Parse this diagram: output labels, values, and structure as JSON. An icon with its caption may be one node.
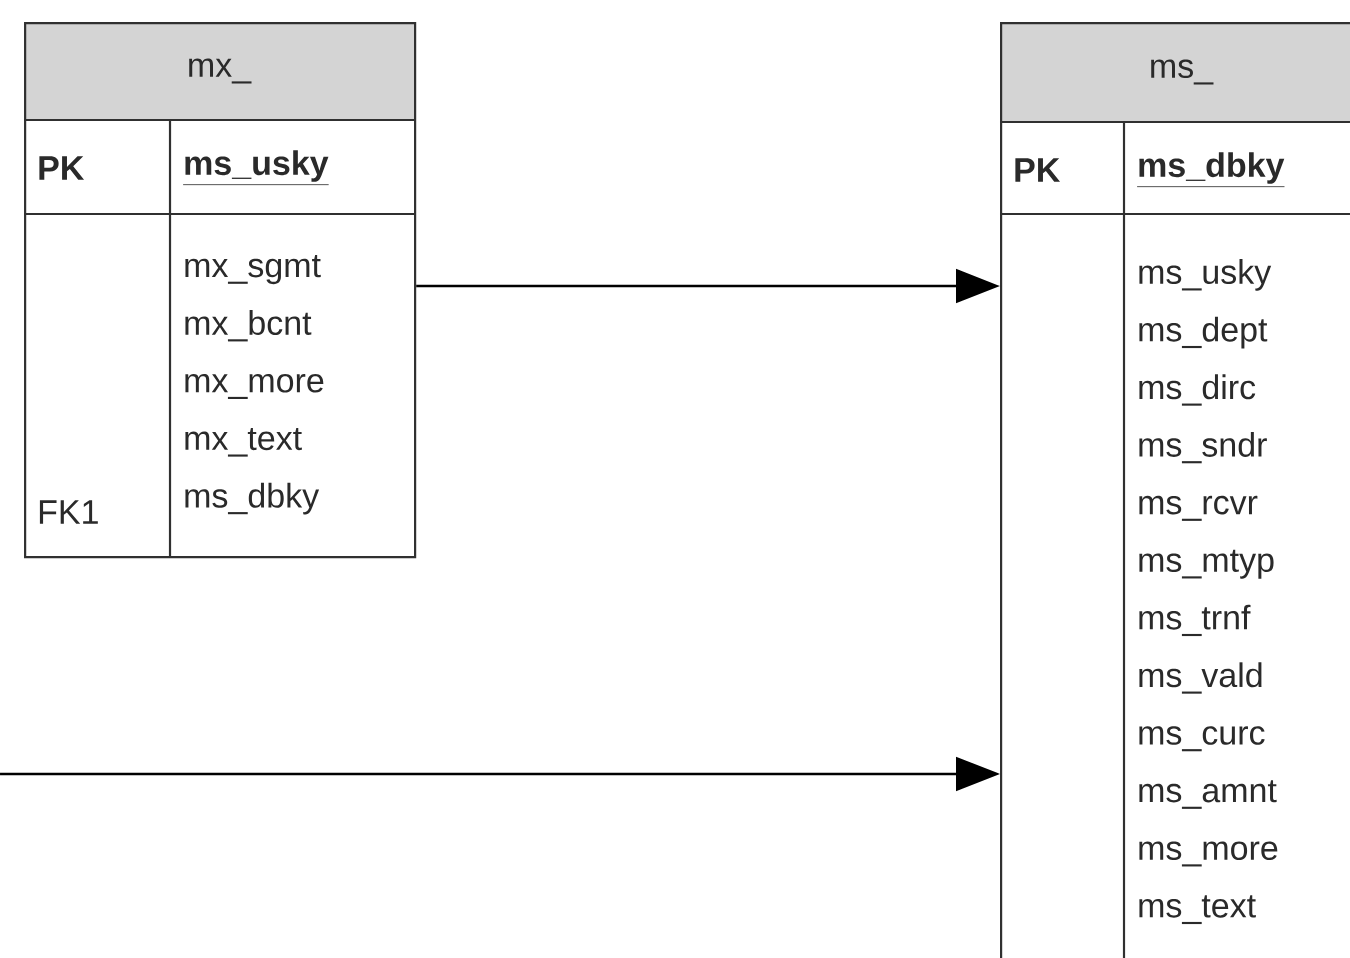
{
  "diagram": {
    "nodes": [
      {
        "text": [
          "mx_"
        ]
      },
      {
        "text": [
          "PK"
        ],
        "in": 0
      },
      {
        "text": [
          "ms_usky"
        ],
        "in": 0
      },
      {
        "text": [
          "FK1"
        ],
        "in": 0
      },
      {
        "text": [
          "mx_sgmt",
          "mx_bcnt",
          "mx_more",
          "mx_text",
          "ms_dbky"
        ],
        "in": 0
      },
      {
        "text": [
          "ms_"
        ]
      },
      {
        "text": [
          "PK"
        ],
        "in": 5
      },
      {
        "text": [
          "ms_dbky"
        ],
        "in": 5
      },
      {
        "text": [
          "ms_usky",
          "ms_dept",
          "ms_dirc",
          "ms_sndr",
          "ms_rcvr",
          "ms_mtyp",
          "ms_trnf",
          "ms_vald",
          "ms_curc",
          "ms_amnt",
          "ms_more",
          "ms_text"
        ],
        "in": 5
      }
    ],
    "edges": [
      {
        "from": 0,
        "to": 5,
        "arrow": "to"
      },
      {
        "from": null,
        "to": 5,
        "arrow": "to"
      }
    ]
  }
}
